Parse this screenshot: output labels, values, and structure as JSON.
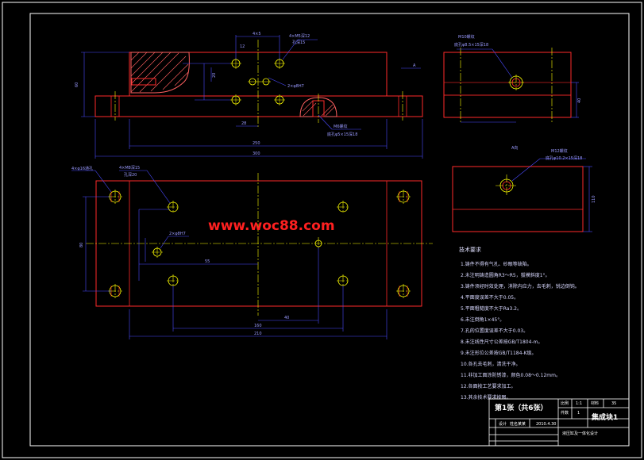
{
  "colors": {
    "background": "#000000",
    "frame": "#ffffff",
    "outline": "#ff2a2a",
    "dimension": "#4a4aff",
    "centerline": "#ffff00",
    "hole": "#ffff00",
    "hatch": "#ff6060",
    "watermark": "#ff2020",
    "green": "#00ff00"
  },
  "watermark": "www.woc88.com",
  "view_label_a": "A",
  "view_label_a_dir": "A向",
  "dims": {
    "top_view_bottom_1": "250",
    "top_view_bottom_2": "300",
    "top_view_height": "60",
    "plan_width_1": "160",
    "plan_width_2": "210",
    "plan_height": "80",
    "plan_dim_40": "40",
    "plan_dim_55": "55",
    "top_dim_a": "4×5",
    "top_dim_b": "28",
    "top_dim_c": "12",
    "top_dim_d": "20",
    "side_height": "40",
    "avview_height": "110"
  },
  "callouts": {
    "thread_4x_m5": "4×M5深12",
    "thread_4x_m5_sub": "孔深15",
    "phi8": "2×φ8H7",
    "m6_top": "M6螺纹",
    "m6_top_sub": "底孔φ5×15深18",
    "side_m10": "M10螺纹",
    "side_m10_sub": "底孔φ8.5×15深18",
    "av_m12": "M12螺纹",
    "av_m12_sub": "底孔φ10.2×15深18",
    "plan_4x_phi16": "4×φ16通孔",
    "plan_4x_m8": "4×M8深15",
    "plan_4x_m8_sub": "孔深20",
    "plan_2x_phi8": "2×φ8H7"
  },
  "notes": {
    "title": "技术要求",
    "items": [
      "1.铸件不得有气孔、砂眼等缺陷。",
      "2.未注明铸造圆角R3～R5，拔模斜度1°。",
      "3.铸件须经时效处理，消除内应力，去毛刺，锐边倒钝。",
      "4.平面度误差不大于0.05。",
      "5.平面粗糙度不大于Ra3.2。",
      "6.未注倒角1×45°。",
      "7.孔的位置度误差不大于0.03。",
      "8.未注线性尺寸公差按GB/T1804-m。",
      "9.未注形位公差按GB/T1184-K级。",
      "10.各孔去毛刺，清洗干净。",
      "11.非加工面涂防锈漆，颜色0.08～0.12mm。",
      "12.各面按工艺要求加工。",
      "13.其余技术要求按图。"
    ]
  },
  "title_block": {
    "sheet": "第1张（共6张）",
    "part_name": "集成块1",
    "scale_label": "比例",
    "scale_value": "1:1",
    "material_label": "材料",
    "material_value": "35",
    "qty_label": "件数",
    "qty_value": "1",
    "drawn_label": "设计",
    "drawn_by": "姓名某某",
    "date": "2010.4.30",
    "drawing_no": "液压缸及一体化设计"
  }
}
